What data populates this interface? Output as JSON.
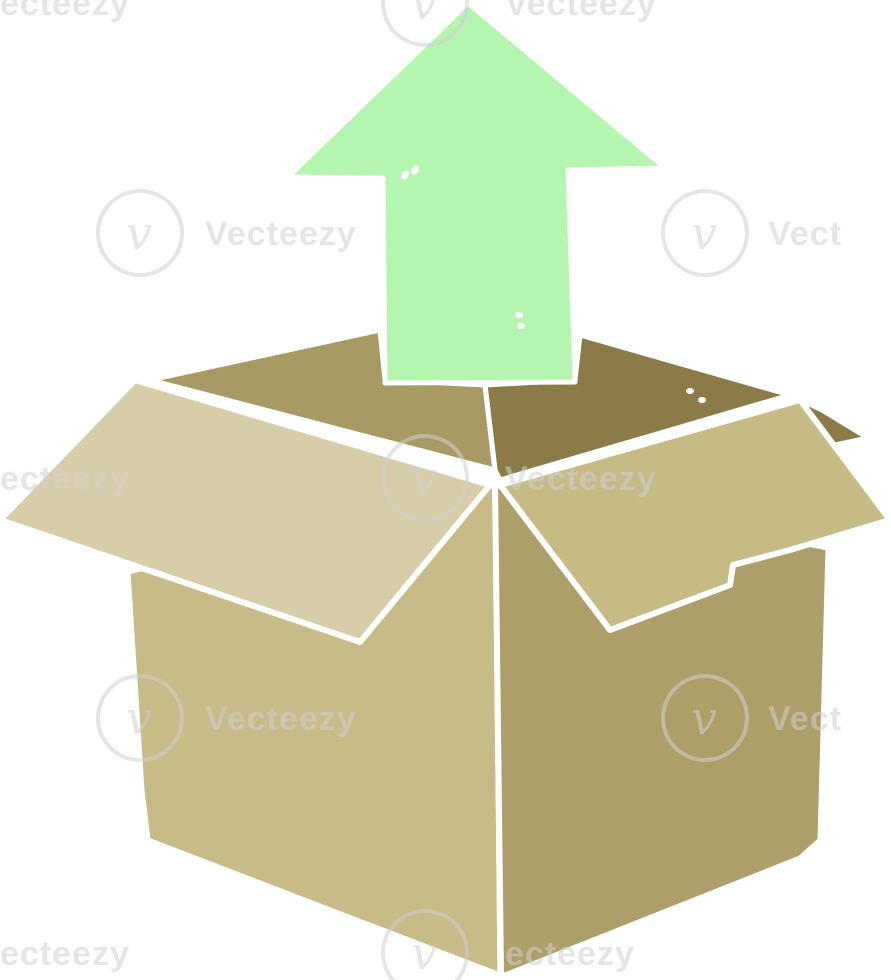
{
  "illustration": {
    "subject": "open cardboard box with upward arrow",
    "colors": {
      "arrow": "#b4f5b0",
      "box_front_left": "#c7bb87",
      "box_front_right": "#ad9f69",
      "flap_left_outer": "#d7cda8",
      "flap_right_outer": "#c6ba85",
      "inner_back_left": "#a89a64",
      "inner_back_right": "#8a7b48",
      "outline": "#ffffff"
    }
  },
  "watermark": {
    "brand": "Vecteezy",
    "rows": [
      {
        "items": [
          "ecteezy",
          "Vecteezy"
        ]
      },
      {
        "items": [
          "Vecteezy",
          "Vect"
        ]
      },
      {
        "items": [
          "ecteezy",
          "Vecteezy"
        ]
      },
      {
        "items": [
          "Vecteezy",
          "Vect"
        ]
      },
      {
        "items": [
          "ecteezy",
          "ecteezy"
        ]
      }
    ]
  }
}
